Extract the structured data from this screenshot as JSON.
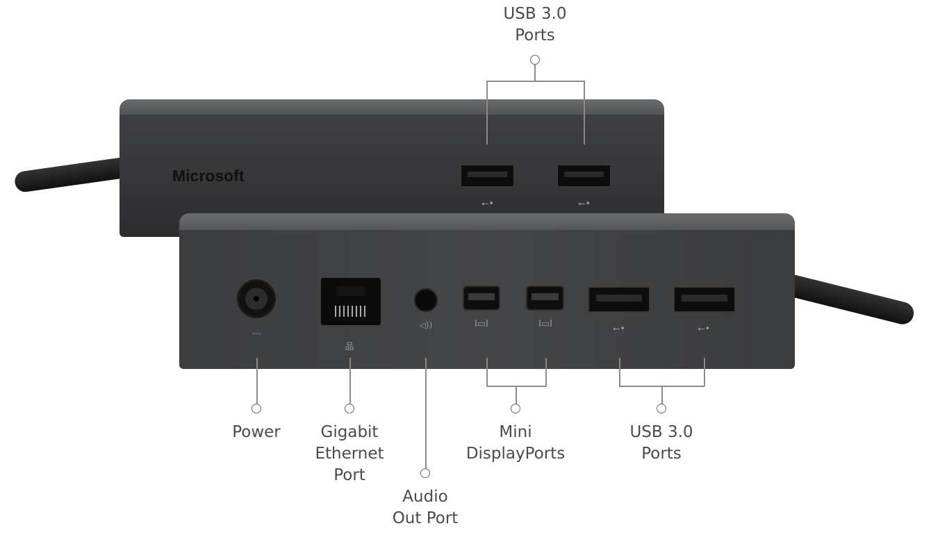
{
  "brand": "Microsoft",
  "labels": {
    "top_usb": [
      "USB 3.0",
      "Ports"
    ],
    "power": [
      "Power"
    ],
    "ethernet": [
      "Gigabit",
      "Ethernet",
      "Port"
    ],
    "audio": [
      "Audio",
      "Out Port"
    ],
    "minidp": [
      "Mini",
      "DisplayPorts"
    ],
    "bottom_usb": [
      "USB 3.0",
      "Ports"
    ]
  },
  "icons": {
    "power": "⎓",
    "ethernet": "品",
    "audio": "◁))",
    "display": "I▭I",
    "usb": "⭠•"
  },
  "colors": {
    "dock_front": "#3b3c3e",
    "dock_top": "#58595b",
    "text": "#4a4a4a"
  }
}
